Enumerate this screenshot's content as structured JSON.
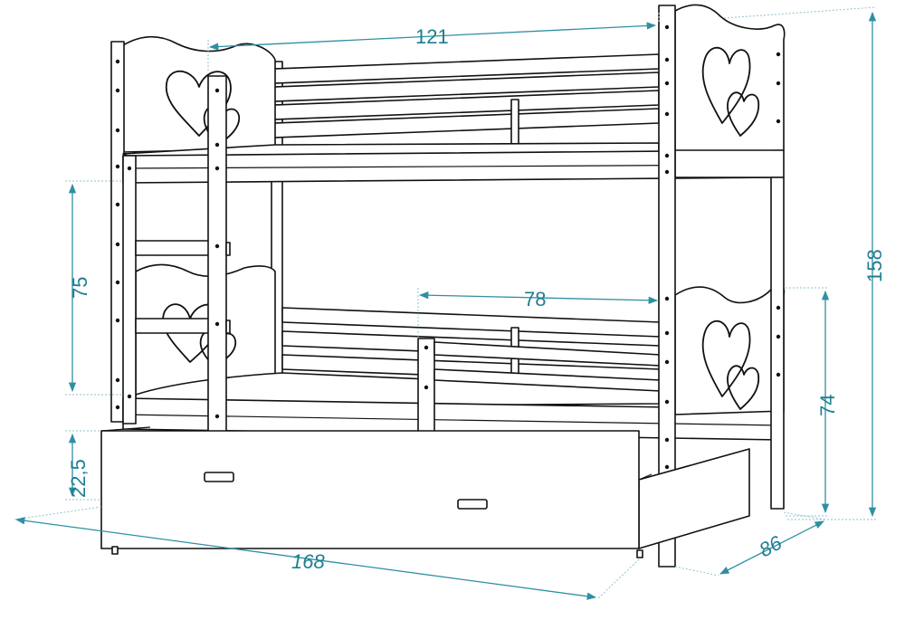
{
  "diagram": {
    "subject": "bunk-bed-with-drawer",
    "colors": {
      "line": "#111111",
      "dimension": "#2f8fa3",
      "background": "#ffffff"
    },
    "dimensions": {
      "top_bed_width": "121",
      "bottom_rail_length": "78",
      "lower_clearance_height": "75",
      "total_height": "158",
      "side_panel_height": "74",
      "drawer_height": "22,5",
      "total_length": "168",
      "total_depth": "86"
    }
  }
}
